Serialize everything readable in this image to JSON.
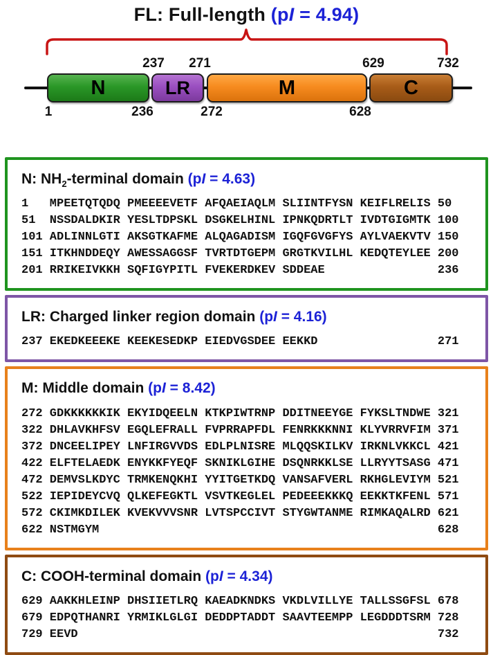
{
  "title": {
    "main": "FL: Full-length",
    "pi_open": " (p",
    "pi_italic": "I",
    "pi_rest": " = 4.94)"
  },
  "colors": {
    "pi_blue": "#1c22d6",
    "brace_red": "#c81414",
    "domain_n_green": "#2a9727",
    "domain_lr_purple": "#9a4fc0",
    "domain_m_orange": "#f68b1f",
    "domain_c_brown": "#a85c18",
    "panel_n_border": "#1f941f",
    "panel_lr_border": "#7e56a6",
    "panel_m_border": "#e8811c",
    "panel_c_border": "#8f4b12"
  },
  "diagram": {
    "domains": [
      {
        "label": "N",
        "start": "1",
        "end": "236",
        "color": "#2a9727"
      },
      {
        "label": "LR",
        "start": "237",
        "end": "271",
        "color": "#9a4fc0"
      },
      {
        "label": "M",
        "start": "272",
        "end": "628",
        "color": "#f68b1f"
      },
      {
        "label": "C",
        "start": "629",
        "end": "732",
        "color": "#a85c18"
      }
    ]
  },
  "panels": [
    {
      "id": "N",
      "border_color": "#1f941f",
      "header": {
        "part1": "N: NH",
        "sub": "2",
        "part2": "-terminal domain",
        "pi_open": " (p",
        "pi_italic": "I",
        "pi_rest": " = 4.63)"
      },
      "lines": [
        "1   MPEETQTQDQ PMEEEEVETF AFQAEIAQLM SLIINTFYSN KEIFLRELIS 50",
        "51  NSSDALDKIR YESLTDPSKL DSGKELHINL IPNKQDRTLT IVDTGIGMTK 100",
        "101 ADLINNLGTI AKSGTKAFME ALQAGADISM IGQFGVGFYS AYLVAEKVTV 150",
        "151 ITKHNDDEQY AWESSAGGSF TVRTDTGEPM GRGTKVILHL KEDQTEYLEE 200",
        "201 RRIKEIVKKH SQFIGYPITL FVEKERDKEV SDDEAE                236"
      ]
    },
    {
      "id": "LR",
      "border_color": "#7e56a6",
      "header": {
        "part1": "LR: Charged linker region domain",
        "sub": "",
        "part2": "",
        "pi_open": " (p",
        "pi_italic": "I",
        "pi_rest": " = 4.16)"
      },
      "lines": [
        "237 EKEDKEEEKE KEEKESEDKP EIEDVGSDEE EEKKD                 271"
      ]
    },
    {
      "id": "M",
      "border_color": "#e8811c",
      "header": {
        "part1": "M: Middle domain",
        "sub": "",
        "part2": "",
        "pi_open": " (p",
        "pi_italic": "I",
        "pi_rest": " = 8.42)"
      },
      "lines": [
        "272 GDKKKKKKIK EKYIDQEELN KTKPIWTRNP DDITNEEYGE FYKSLTNDWE 321",
        "322 DHLAVKHFSV EGQLEFRALL FVPRRAPFDL FENRKKKNNI KLYVRRVFIM 371",
        "372 DNCEELIPEY LNFIRGVVDS EDLPLNISRE MLQQSKILKV IRKNLVKKCL 421",
        "422 ELFTELAEDK ENYKKFYEQF SKNIKLGIHE DSQNRKKLSE LLRYYTSASG 471",
        "472 DEMVSLKDYC TRMKENQKHI YYITGETKDQ VANSAFVERL RKHGLEVIYM 521",
        "522 IEPIDEYCVQ QLKEFEGKTL VSVTKEGLEL PEDEEEKKKQ EEKKTKFENL 571",
        "572 CKIMKDILEK KVEKVVVSNR LVTSPCCIVT STYGWTANME RIMKAQALRD 621",
        "622 NSTMGYM                                                628"
      ]
    },
    {
      "id": "C",
      "border_color": "#8f4b12",
      "header": {
        "part1": "C: COOH-terminal domain",
        "sub": "",
        "part2": "",
        "pi_open": " (p",
        "pi_italic": "I",
        "pi_rest": " = 4.34)"
      },
      "lines": [
        "629 AAKKHLEINP DHSIIETLRQ KAEADKNDKS VKDLVILLYE TALLSSGFSL 678",
        "679 EDPQTHANRI YRMIKLGLGI DEDDPTADDT SAAVTEEMPP LEGDDDTSRM 728",
        "729 EEVD                                                   732"
      ]
    }
  ]
}
